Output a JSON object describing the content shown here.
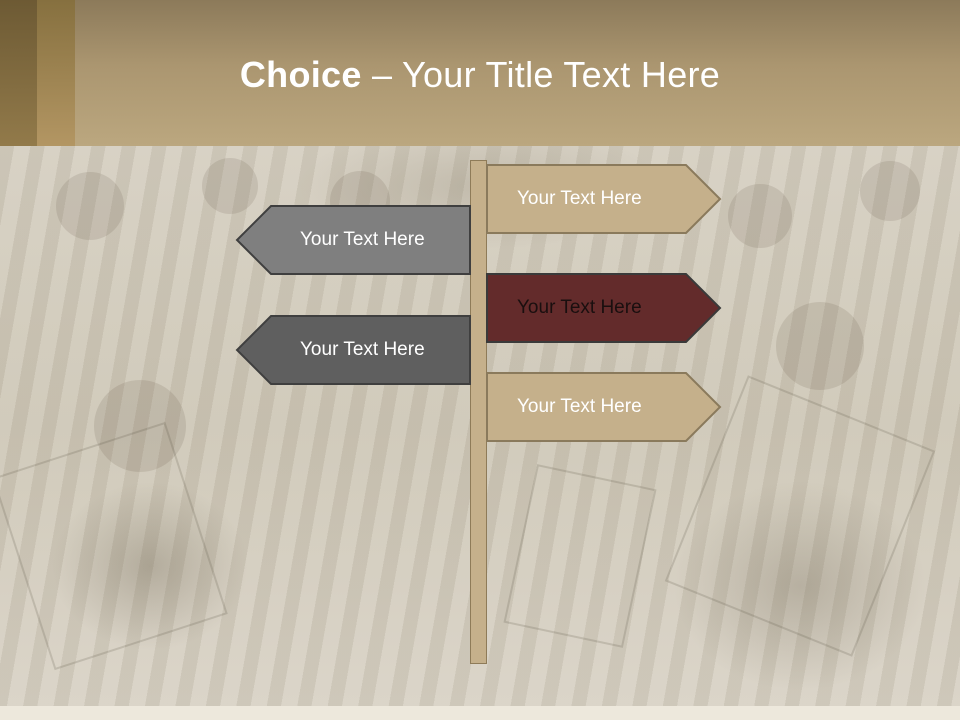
{
  "slide": {
    "title_bold": "Choice",
    "title_rest": " – Your Title Text Here"
  },
  "signs": [
    {
      "label": "Your Text Here",
      "direction": "right",
      "color": "#c5b08b"
    },
    {
      "label": "Your Text Here",
      "direction": "left",
      "color": "#7f7f7f"
    },
    {
      "label": "Your Text Here",
      "direction": "right",
      "color": "#632b2b"
    },
    {
      "label": "Your Text Here",
      "direction": "left",
      "color": "#5f5f5f"
    },
    {
      "label": "Your Text Here",
      "direction": "right",
      "color": "#c5b08b"
    }
  ],
  "colors": {
    "header": "#ab9670",
    "pole": "#c5b08b",
    "sign_outline": "#3f3f3f"
  }
}
